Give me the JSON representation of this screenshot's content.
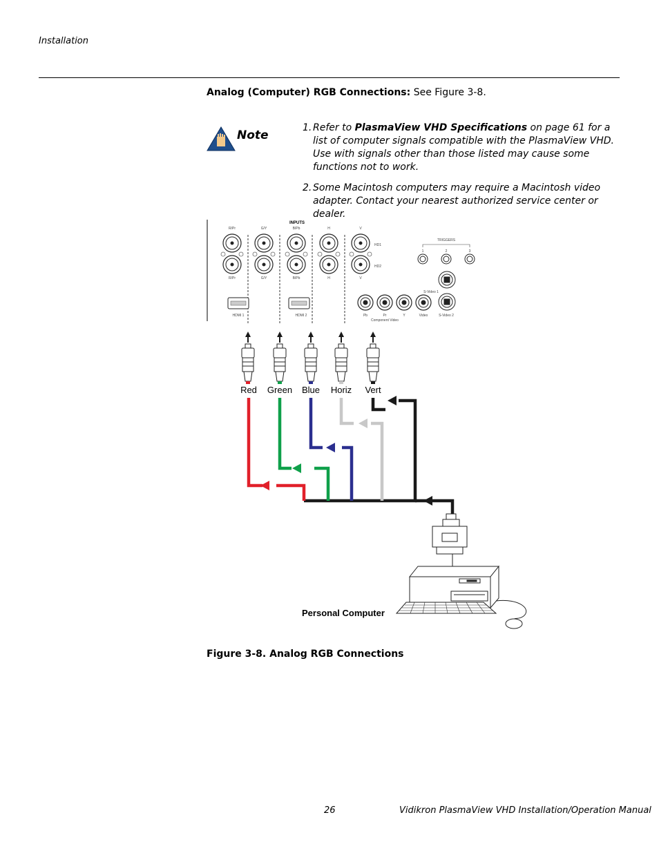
{
  "header": {
    "running_head": "Installation"
  },
  "section": {
    "heading_bold": "Analog (Computer) RGB Connections:",
    "heading_rest": " See Figure 3-8."
  },
  "note": {
    "label": "Note",
    "items": [
      {
        "num": "1.",
        "prefix": "Refer to ",
        "bold": "PlasmaView VHD Specifications",
        "suffix": " on page 61 for a list of computer signals compatible with the PlasmaView VHD. Use with signals other than those listed may cause some functions not to work."
      },
      {
        "num": "2.",
        "prefix": "Some Macintosh computers may require a Macintosh video adapter. Contact your nearest authorized service center or dealer.",
        "bold": "",
        "suffix": ""
      }
    ]
  },
  "figure": {
    "panel": {
      "inputs_title": "INPUTS",
      "bnc_top_labels": [
        "R/Pr",
        "G/Y",
        "B/Pb",
        "H",
        "V"
      ],
      "bnc_bottom_labels": [
        "R/Pr",
        "G/Y",
        "B/Pb",
        "H",
        "V"
      ],
      "hd_labels": [
        "HD1",
        "HD2"
      ],
      "hdmi_labels": [
        "HDMI 1",
        "HDMI 2"
      ],
      "triggers_title": "TRIGGERS",
      "trigger_numbers": [
        "1",
        "2",
        "3"
      ],
      "svideo_labels": [
        "S-Video 1",
        "S-Video 2"
      ],
      "rca_labels": [
        "Pb",
        "Pr",
        "Y",
        "Video"
      ],
      "component_label": "Component Video"
    },
    "cable_labels": [
      "Red",
      "Green",
      "Blue",
      "Horiz",
      "Vert"
    ],
    "computer_label": "Personal Computer",
    "colors": {
      "red": "#e1202a",
      "green": "#0fa04a",
      "blue": "#2b2f8f",
      "gray": "#c8c8c8",
      "black": "#1a1a1a"
    }
  },
  "caption": "Figure 3-8. Analog RGB Connections",
  "footer": {
    "page_number": "26",
    "manual_title": "Vidikron PlasmaView VHD Installation/Operation Manual"
  }
}
